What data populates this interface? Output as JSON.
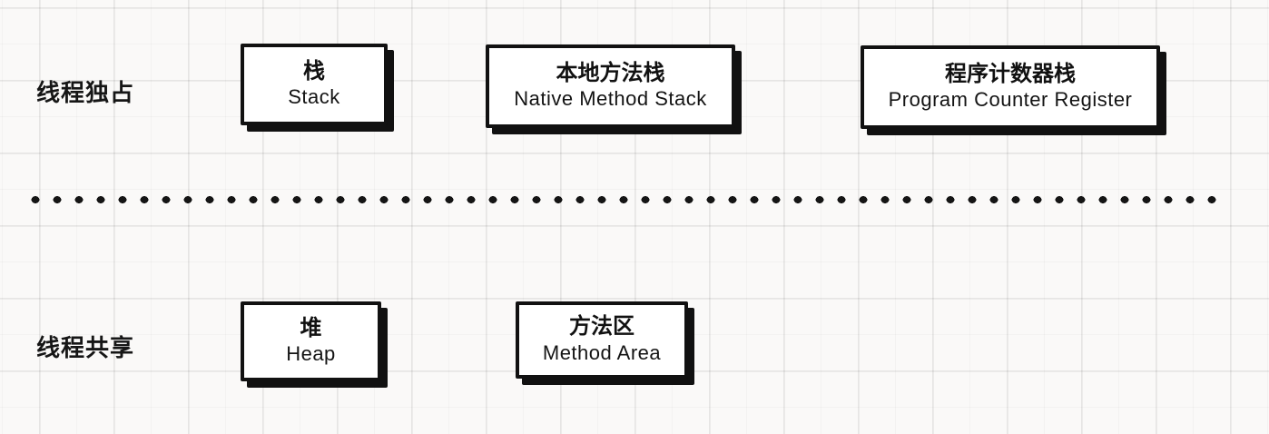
{
  "diagram": {
    "rows": [
      {
        "label": "线程独占",
        "boxes": [
          {
            "title_zh": "栈",
            "title_en": "Stack"
          },
          {
            "title_zh": "本地方法栈",
            "title_en": "Native Method Stack"
          },
          {
            "title_zh": "程序计数器栈",
            "title_en": "Program Counter Register"
          }
        ]
      },
      {
        "label": "线程共享",
        "boxes": [
          {
            "title_zh": "堆",
            "title_en": "Heap"
          },
          {
            "title_zh": "方法区",
            "title_en": "Method Area"
          }
        ]
      }
    ],
    "colors": {
      "box_border": "#111111",
      "box_shadow": "#111111",
      "box_background": "#ffffff",
      "page_background": "#faf9f8",
      "grid_line": "#ececec",
      "text": "#111111"
    }
  }
}
